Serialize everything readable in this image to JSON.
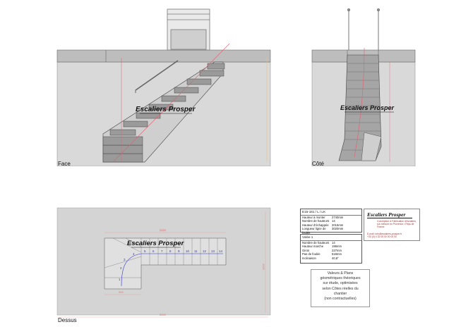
{
  "views": {
    "face_label": "Face",
    "cote_label": "Côté",
    "dessus_label": "Dessus"
  },
  "brand": {
    "name": "Escaliers Prosper",
    "logo_tagline_1": "Conception & Fabrication d'escaliers",
    "logo_tagline_2": "sur-mesure en Provence • Pays de France",
    "contact_1": "E-mail: info@escaliers-prosper.fr",
    "contact_2": "+33 (0) 4 32 00 00 00 00 00"
  },
  "spec": {
    "reference": "E15-181 / L / LK",
    "rows_top": [
      {
        "label": "Hauteur à monter",
        "value": "2740mm"
      },
      {
        "label": "Nombre de hauteurs",
        "value": "14"
      },
      {
        "label": "Hauteur d'échappée",
        "value": "2016mm"
      },
      {
        "label": "Longueur ligne de foulée",
        "value": "3020mm"
      }
    ],
    "volee_title": "Volée 1",
    "rows_bottom": [
      {
        "label": "Nombre de hauteurs",
        "value": "14"
      },
      {
        "label": "Hauteur marche",
        "value": "196mm"
      },
      {
        "label": "Giron",
        "value": "227mm"
      },
      {
        "label": "Pas de foulée",
        "value": "618mm"
      },
      {
        "label": "Inclinaison",
        "value": "40,8°"
      }
    ]
  },
  "note": {
    "lines": [
      "Valeurs & Plans",
      "géométriques théoriques",
      "sur étude, optimisées",
      "selon Côtes réelles du",
      "chantier",
      "(non contractuelles)"
    ]
  },
  "plan": {
    "step_numbers": [
      "1",
      "2",
      "3",
      "4",
      "5",
      "6",
      "7",
      "8",
      "9",
      "10",
      "11",
      "12",
      "13",
      "14"
    ],
    "dim_overall": "3000",
    "dim_width": "2020",
    "dim_height": "2000",
    "dim_bottom": "900"
  }
}
